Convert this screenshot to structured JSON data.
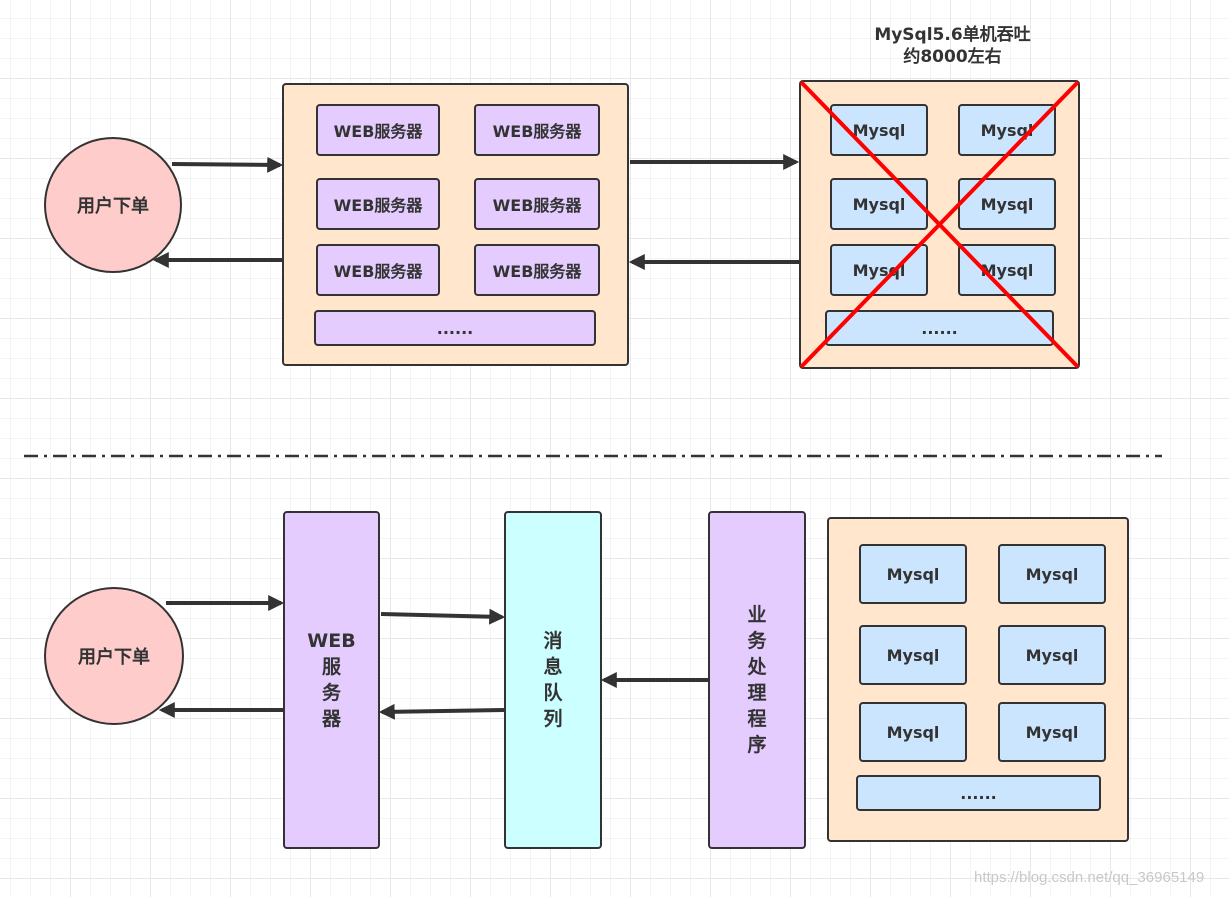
{
  "top": {
    "user_label": "用户下单",
    "web_servers": [
      "WEB服务器",
      "WEB服务器",
      "WEB服务器",
      "WEB服务器",
      "WEB服务器",
      "WEB服务器"
    ],
    "web_more": "......",
    "mysql_note_line1": "MySql5.6单机吞吐",
    "mysql_note_line2": "约8000左右",
    "mysql_nodes": [
      "Mysql",
      "Mysql",
      "Mysql",
      "Mysql",
      "Mysql",
      "Mysql"
    ],
    "mysql_more": "......"
  },
  "bottom": {
    "user_label": "用户下单",
    "web_label": [
      "WEB",
      "服",
      "务",
      "器"
    ],
    "mq_label": [
      "消",
      "息",
      "队",
      "列"
    ],
    "worker_label": [
      "业",
      "务",
      "处",
      "理",
      "程",
      "序"
    ],
    "mysql_nodes": [
      "Mysql",
      "Mysql",
      "Mysql",
      "Mysql",
      "Mysql",
      "Mysql"
    ],
    "mysql_more": "......"
  },
  "watermark": "https://blog.csdn.net/qq_36965149",
  "colors": {
    "user": "#ffcccc",
    "web": "#e5ccff",
    "mysql": "#cce5ff",
    "panel": "#ffe6cc",
    "queue": "#ccffff",
    "cross": "#ff0000"
  }
}
